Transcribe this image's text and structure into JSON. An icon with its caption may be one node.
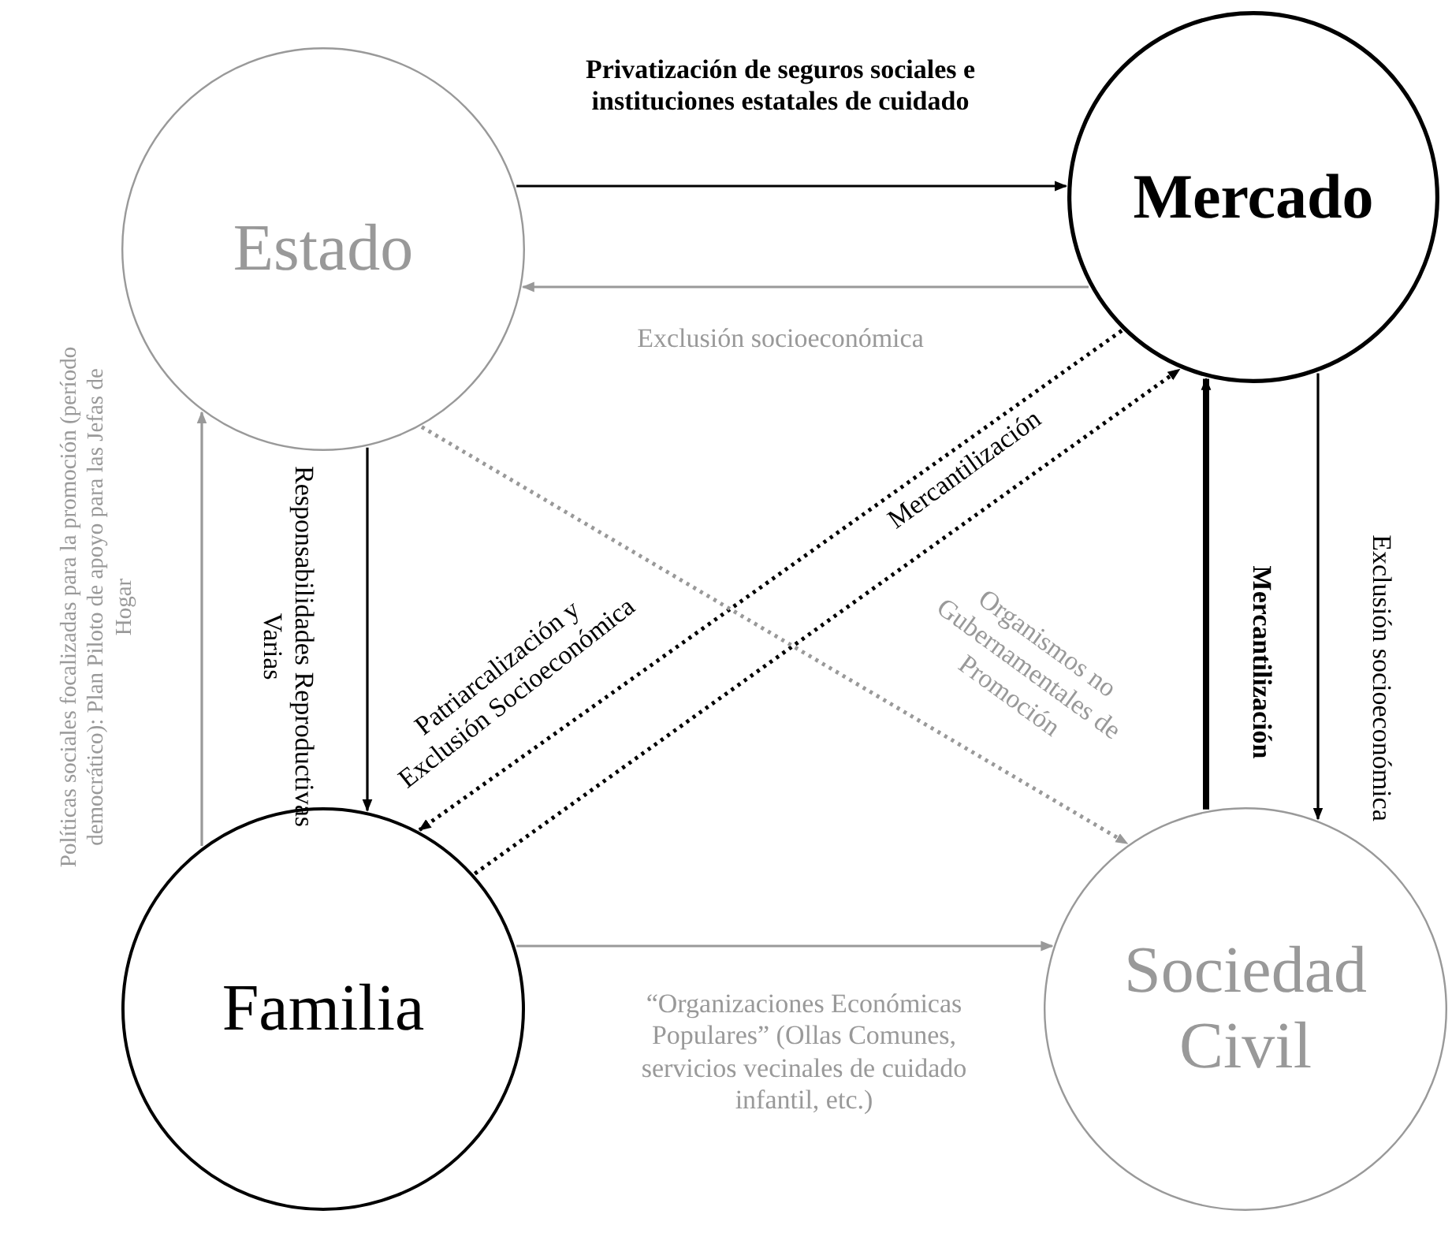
{
  "diagram": {
    "nodes": [
      {
        "text": [
          "Estado"
        ]
      },
      {
        "text": [
          "Mercado"
        ]
      },
      {
        "text": [
          "Familia"
        ]
      },
      {
        "text": [
          "Sociedad Civil"
        ]
      }
    ],
    "edges": [
      {
        "from": 0,
        "to": 1,
        "arrow": "to",
        "label": "Privatización de seguros sociales e instituciones estatales de cuidado"
      },
      {
        "from": 1,
        "to": 0,
        "arrow": "to",
        "label": "Exclusión socioeconómica",
        "color": "#999999"
      },
      {
        "from": 0,
        "to": 2,
        "arrow": "to",
        "label": "Responsabilidades Reproductivas Varias"
      },
      {
        "from": 2,
        "to": 0,
        "arrow": "to",
        "label": "Políticas sociales focalizadas para la promoción (período democrático): Plan Piloto de apoyo para las Jefas de Hogar",
        "color": "#999999"
      },
      {
        "from": 1,
        "to": 2,
        "arrow": "to",
        "label": "Patriarcalización y Exclusión Socioeconómica",
        "style": "dashed"
      },
      {
        "from": 2,
        "to": 1,
        "arrow": "to",
        "label": "Mercantilización",
        "style": "dashed"
      },
      {
        "from": 0,
        "to": 3,
        "arrow": "to",
        "label": "Organismos no Gubernamentales de Promoción",
        "style": "dashed",
        "color": "#999999"
      },
      {
        "from": 3,
        "to": 1,
        "arrow": "to",
        "label": "Mercantilización",
        "style": "thick"
      },
      {
        "from": 1,
        "to": 3,
        "arrow": "to",
        "label": "Exclusión socioeconómica"
      },
      {
        "from": 2,
        "to": 3,
        "arrow": "to",
        "label": "“Organizaciones Económicas Populares” (Ollas Comunes, servicios vecinales de cuidado infantil, etc.)",
        "color": "#999999"
      }
    ]
  }
}
